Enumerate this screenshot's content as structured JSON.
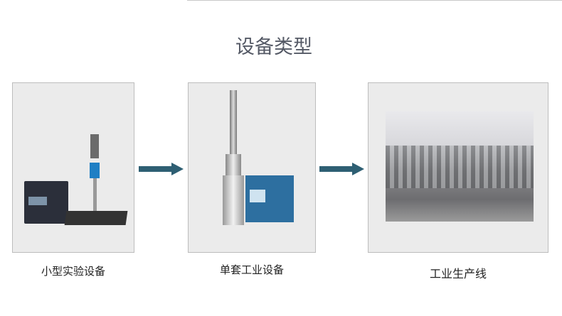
{
  "title": "设备类型",
  "stages": [
    {
      "label": "小型实验设备",
      "image": "small-lab-ultrasonic-device"
    },
    {
      "label": "单套工业设备",
      "image": "single-industrial-ultrasonic-device"
    },
    {
      "label": "工业生产线",
      "image": "industrial-production-line-photo"
    }
  ],
  "colors": {
    "arrow": "#2e5f73",
    "title": "#555a66",
    "box_bg": "#ebebeb"
  }
}
